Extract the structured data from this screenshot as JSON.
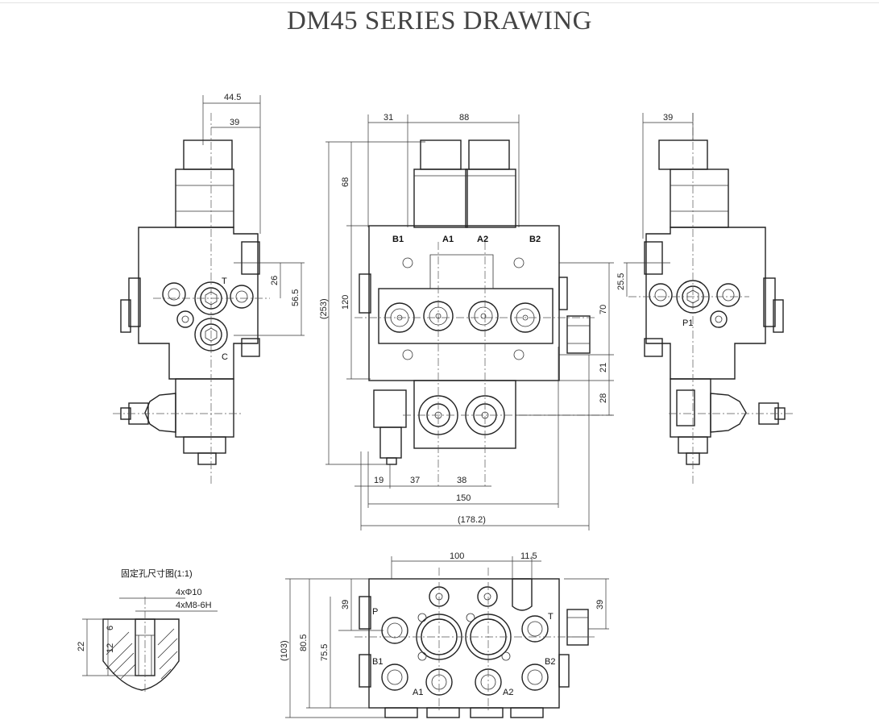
{
  "title": "DM45 SERIES DRAWING",
  "left_view": {
    "dims": {
      "d445": "44.5",
      "d39": "39",
      "d26": "26",
      "d565": "56.5"
    },
    "labels": {
      "t": "T",
      "c": "C"
    }
  },
  "front_view": {
    "dims": {
      "d31": "31",
      "d88": "88",
      "d68": "68",
      "d253": "(253)",
      "d120": "120",
      "d70": "70",
      "d21": "21",
      "d28": "28",
      "d19": "19",
      "d37": "37",
      "d38": "38",
      "d150": "150",
      "d1782": "(178.2)"
    },
    "labels": {
      "b1": "B1",
      "a1": "A1",
      "a2": "A2",
      "b2": "B2"
    }
  },
  "right_view": {
    "dims": {
      "d39": "39",
      "d255": "25.5"
    },
    "labels": {
      "p1": "P1"
    }
  },
  "detail": {
    "title": "固定孔尺寸图(1:1)",
    "dims": {
      "holes1": "4xΦ10",
      "holes2": "4xM8-6H",
      "d22": "22",
      "d6": "6",
      "d12": "12"
    }
  },
  "bottom_view": {
    "dims": {
      "d100": "100",
      "d115": "11.5",
      "d39l": "39",
      "d755": "75.5",
      "d805": "80.5",
      "d103": "(103)",
      "d39r": "39"
    },
    "labels": {
      "p": "P",
      "t": "T",
      "b1": "B1",
      "b2": "B2",
      "a1": "A1",
      "a2": "A2"
    }
  }
}
